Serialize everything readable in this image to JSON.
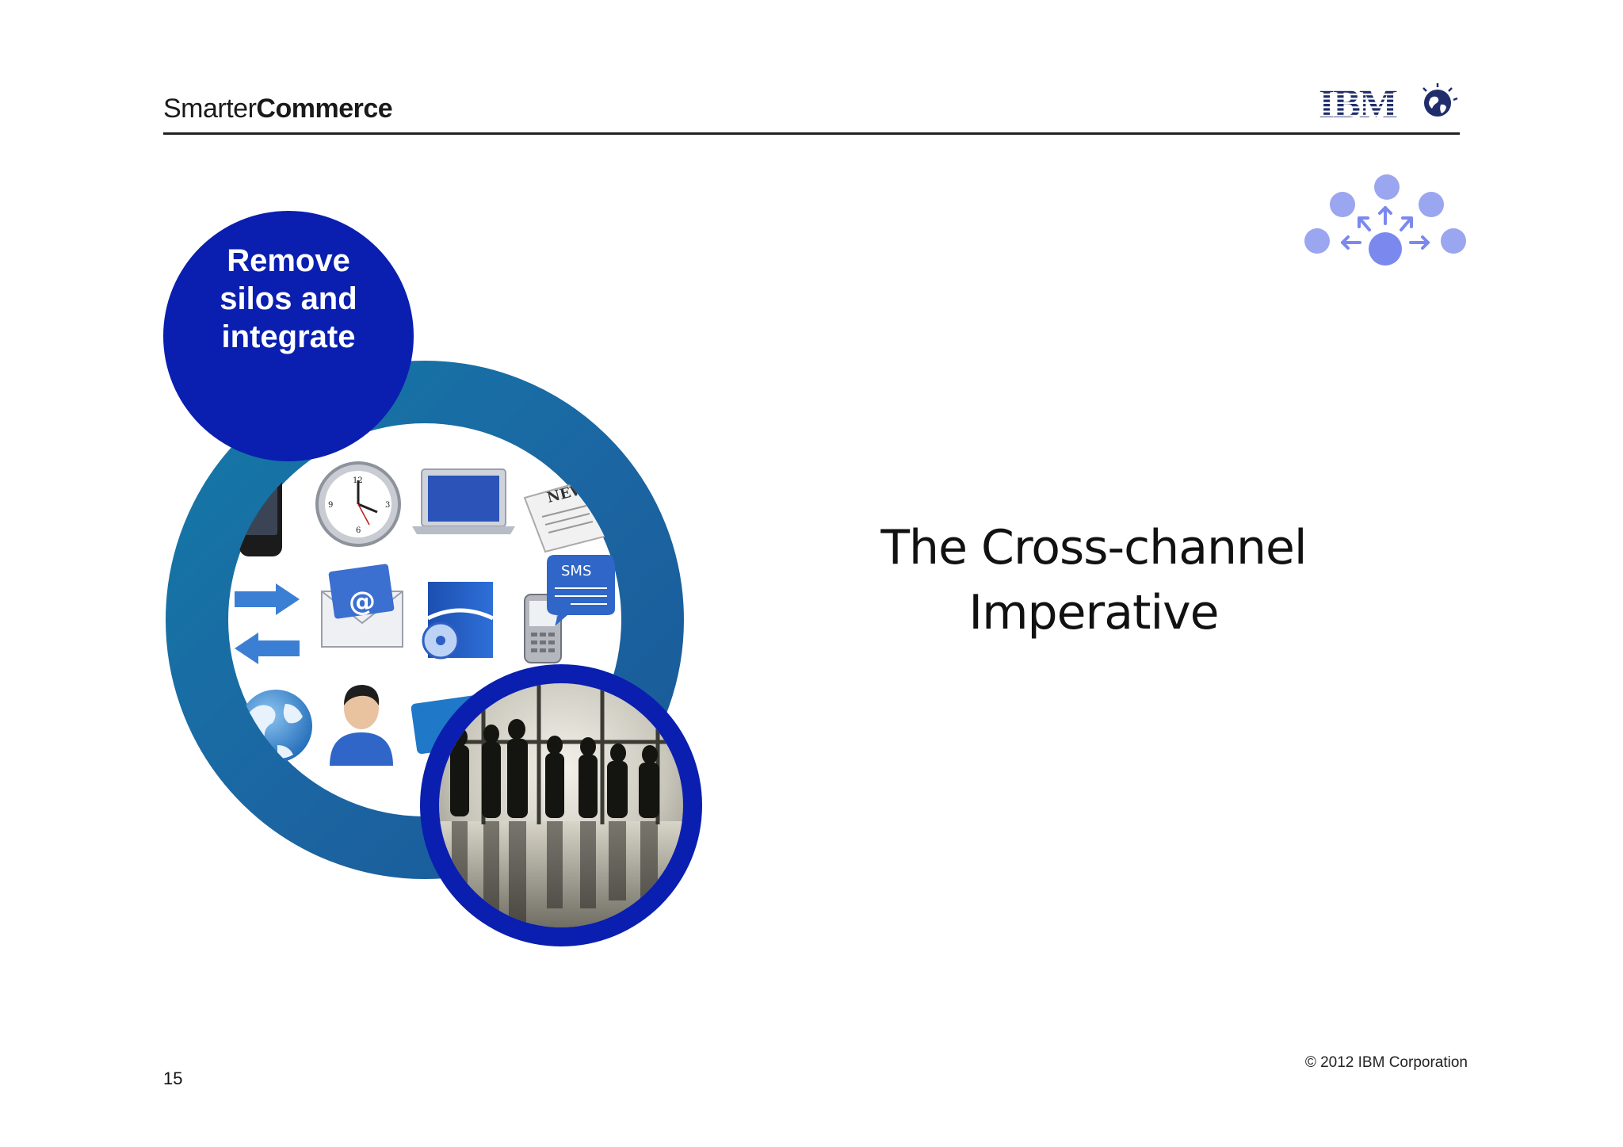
{
  "header": {
    "brand_light": "Smarter",
    "brand_bold": "Commerce",
    "logo_text": "IBM"
  },
  "bubble": {
    "line1": "Remove",
    "line2": "silos and",
    "line3": "integrate"
  },
  "icons": {
    "sms_label": "SMS",
    "news_label": "NEW",
    "clock_12": "12",
    "clock_3": "3",
    "clock_6": "6",
    "clock_9": "9",
    "email_symbol": "@"
  },
  "title": {
    "line1": "The Cross-channel",
    "line2": "Imperative"
  },
  "footer": {
    "page_number": "15",
    "copyright": "© 2012 IBM Corporation"
  },
  "colors": {
    "ring": "#1a5f98",
    "bubble": "#0a1fb0",
    "photo_ring": "#0a1fb0",
    "network_node": "#9aa6f0",
    "network_center": "#7b89ef",
    "text": "#111111"
  }
}
